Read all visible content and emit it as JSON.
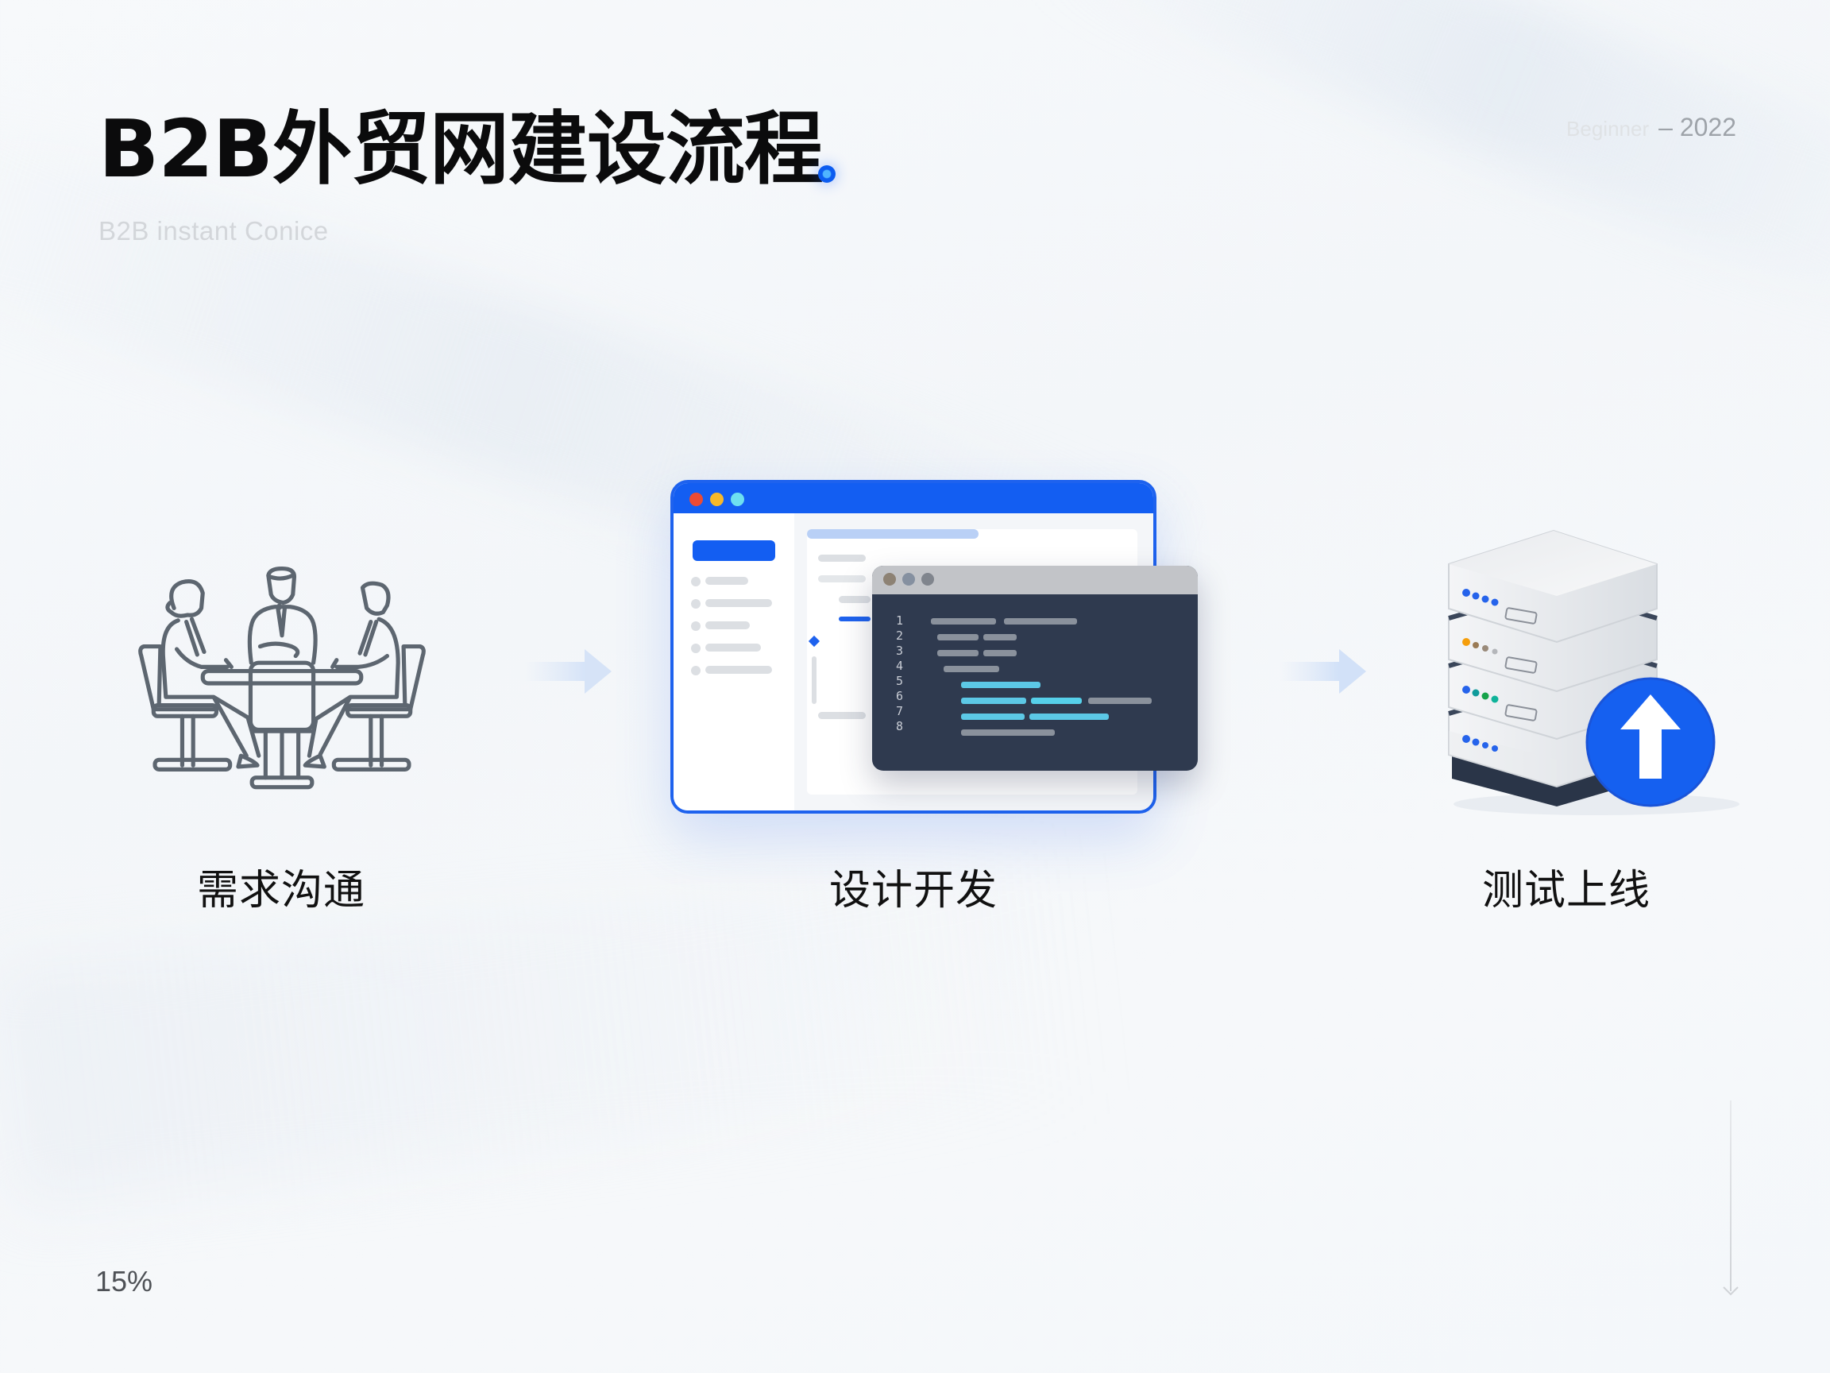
{
  "header": {
    "title": "B2B外贸网建设流程",
    "subtitle": "B2B instant Conice",
    "corner_faint": "Beginner",
    "corner_year": "– 2022",
    "accent_color": "#0c5cf0"
  },
  "steps": [
    {
      "label": "需求沟通",
      "icon": "meeting-people-icon"
    },
    {
      "label": "设计开发",
      "icon": "browser-code-icon"
    },
    {
      "label": "测试上线",
      "icon": "server-upload-icon"
    }
  ],
  "connectors": [
    "arrow-right-icon",
    "arrow-right-icon"
  ],
  "footer": {
    "progress": "15%",
    "scroll_icon": "arrow-down-icon"
  },
  "colors": {
    "browser_blue": "#135ef2",
    "dot_red": "#ec4b34",
    "dot_yellow": "#f7b92a",
    "dot_cyan": "#6ee0f0",
    "code_bg": "#2f3a4f",
    "code_cyan": "#5cc8e6",
    "upload_blue": "#1560f0",
    "text_dark": "#111111"
  }
}
